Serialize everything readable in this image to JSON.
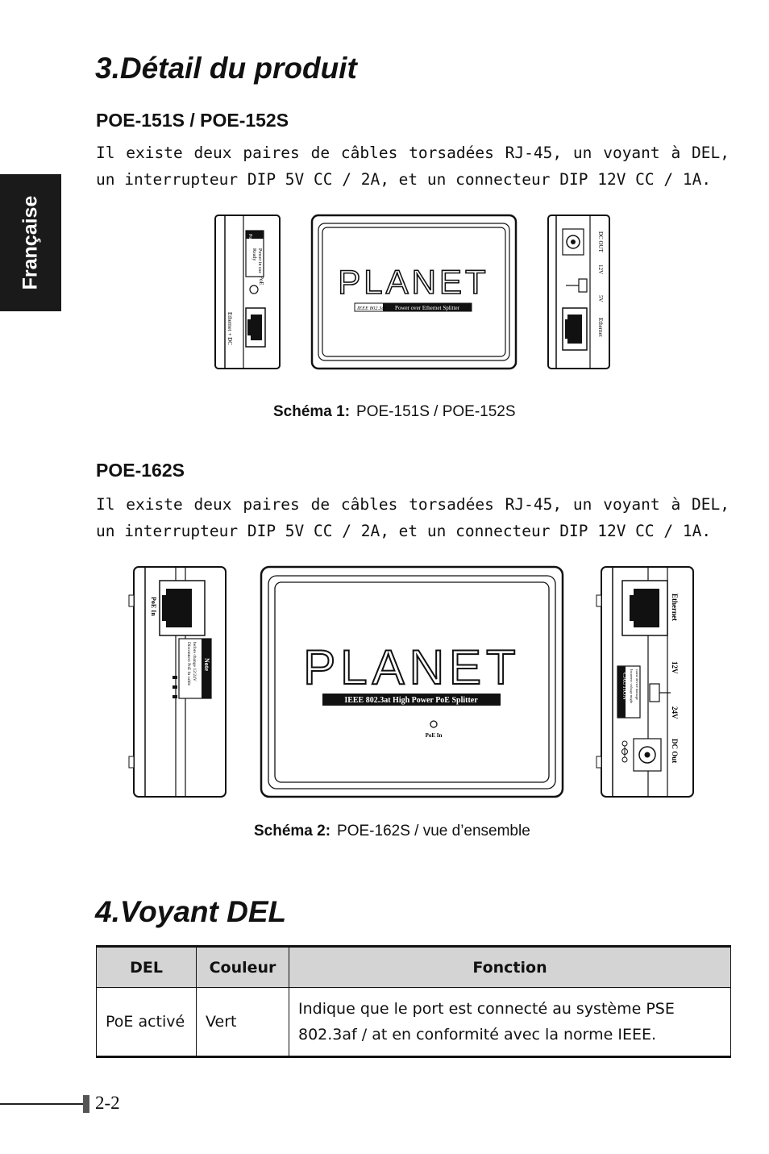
{
  "side_tab": "Française",
  "section3": {
    "title": "3.Détail du produit",
    "sub1": {
      "heading": "POE-151S / POE-152S",
      "text": "Il existe deux paires de câbles torsadées RJ-45, un voyant à DEL, un interrupteur DIP 5V CC / 2A, et un connecteur DIP 12V CC / 1A.",
      "figure": {
        "left_labels": [
          "PoE 802.3af",
          "Ready",
          "Power in use",
          "PoE",
          "Ethernet + DC"
        ],
        "logo": "PLANET",
        "ieee": "IEEE 802.3af",
        "band": "Power over Ethernet Splitter",
        "right_labels": [
          "DC OUT",
          "12V",
          "5V",
          "Ethernet"
        ]
      },
      "caption_label": "Schéma 1:",
      "caption_text": "POE-151S / POE-152S"
    },
    "sub2": {
      "heading": "POE-162S",
      "text": "Il existe deux paires de câbles torsadées RJ-45, un voyant à DEL, un interrupteur DIP 5V CC / 2A, et un connecteur DIP 12V CC / 1A.",
      "figure": {
        "left_labels": [
          "PoE In",
          "Note",
          "Disconnect PoE In cable",
          "before change 12/24V"
        ],
        "logo": "PLANET",
        "band": "IEEE 802.3at High Power PoE Splitter",
        "led": "PoE In",
        "right_labels": [
          "Ethernet",
          "12V",
          "24V",
          "DC Out",
          "CAUTION",
          "Incorrect voltage might",
          "cause device damage"
        ]
      },
      "caption_label": "Schéma 2:",
      "caption_text": "POE-162S / vue d’ensemble"
    }
  },
  "section4": {
    "title": "4.Voyant DEL",
    "table": {
      "headers": [
        "DEL",
        "Couleur",
        "Fonction"
      ],
      "row": {
        "del": "PoE activé",
        "couleur": "Vert",
        "fonction_line1": "Indique que le port est connecté au système PSE",
        "fonction_line2": "802.3af / at en conformité avec la norme IEEE."
      }
    }
  },
  "page_number": "2-2"
}
